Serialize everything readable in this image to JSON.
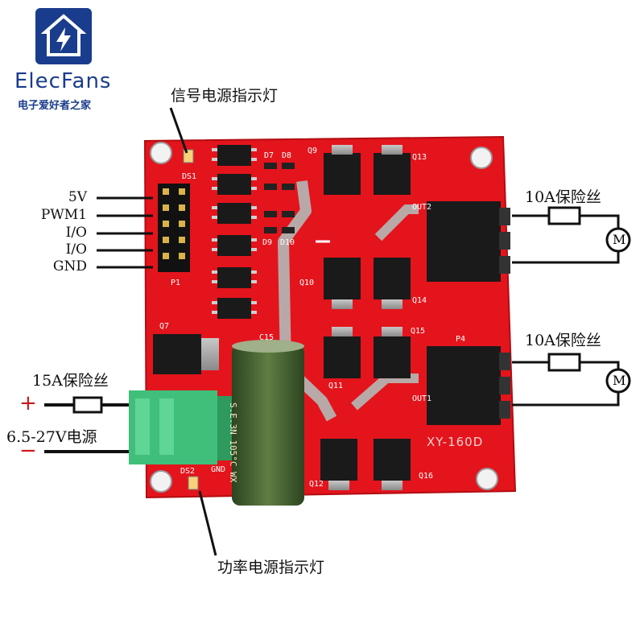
{
  "brand": {
    "name": "ElecFans",
    "subtitle": "电子爱好者之家"
  },
  "annotations": {
    "signal_led": "信号电源指示灯",
    "power_led": "功率电源指示灯",
    "fuse_out1": "10A保险丝",
    "fuse_out2": "10A保险丝",
    "fuse_in": "15A保险丝",
    "supply": "6.5-27V电源",
    "plus": "+",
    "minus": "−",
    "motor1": "M",
    "motor2": "M"
  },
  "pins": [
    "5V",
    "PWM1",
    "I/O",
    "I/O",
    "GND"
  ],
  "board": {
    "model": "XY-160D",
    "labels": [
      "DS1",
      "DS2",
      "D7",
      "D8",
      "D9",
      "D10",
      "Q7",
      "Q9",
      "Q10",
      "Q11",
      "Q12",
      "Q13",
      "Q14",
      "Q15",
      "Q16",
      "C15",
      "P1",
      "P4",
      "OUT1",
      "OUT2",
      "GND"
    ],
    "capacitor_text": "S.E.3N  105°C  WX"
  },
  "colors": {
    "board": "#e4141c",
    "terminal_black": "#1a1a1a",
    "terminal_green": "#3fbf7a",
    "capacitor": "#3e5c2c",
    "logo": "#1a3c8c"
  }
}
